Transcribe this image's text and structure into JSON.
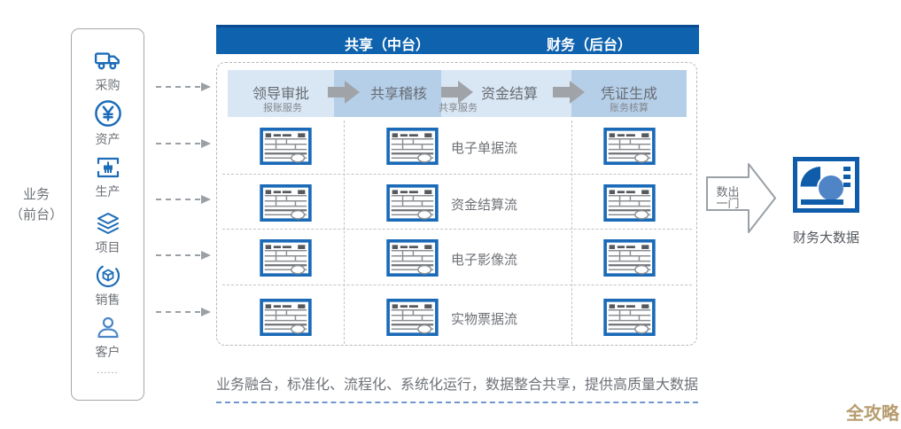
{
  "left_label": {
    "line1": "业务",
    "line2": "（前台）"
  },
  "sidebar": {
    "items": [
      {
        "icon": "truck-icon",
        "label": "采购"
      },
      {
        "icon": "yen-coin-icon",
        "label": "资产"
      },
      {
        "icon": "production-icon",
        "label": "生产"
      },
      {
        "icon": "layers-icon",
        "label": "项目"
      },
      {
        "icon": "sales-icon",
        "label": "销售"
      },
      {
        "icon": "customer-icon",
        "label": "客户"
      }
    ],
    "ellipsis": "......"
  },
  "header": {
    "shared_mid": "共享（中台）",
    "finance_back": "财务（后台）"
  },
  "process": {
    "steps": [
      {
        "title": "领导审批",
        "subtitle": "报账服务"
      },
      {
        "title": "共享稽核",
        "subtitle": ""
      },
      {
        "title": "资金结算",
        "subtitle": ""
      },
      {
        "title": "凭证生成",
        "subtitle": "账务核算"
      }
    ],
    "arrow_subtitle": "共享服务"
  },
  "flows": [
    {
      "label": "电子单据流"
    },
    {
      "label": "资金结算流"
    },
    {
      "label": "电子影像流"
    },
    {
      "label": "实物票据流"
    }
  ],
  "output": {
    "arrow_line1": "数出",
    "arrow_line2": "一门",
    "label": "财务大数据"
  },
  "footer": "业务融合，标准化、流程化、系统化运行，数据整合共享，提供高质量大数据",
  "watermark": "全攻略",
  "colors": {
    "header_blue": "#0e62ae",
    "header_blue_dark": "#0a4c8f",
    "band_light": "#d9e7f5",
    "band_dark": "#b6cfe9",
    "icon_blue": "#1a6ab8",
    "arrow_gray": "#9aa0a5",
    "text_gray": "#6e7277",
    "footer_line_blue": "#7096ce",
    "watermark_gold": "#b79c6e"
  }
}
